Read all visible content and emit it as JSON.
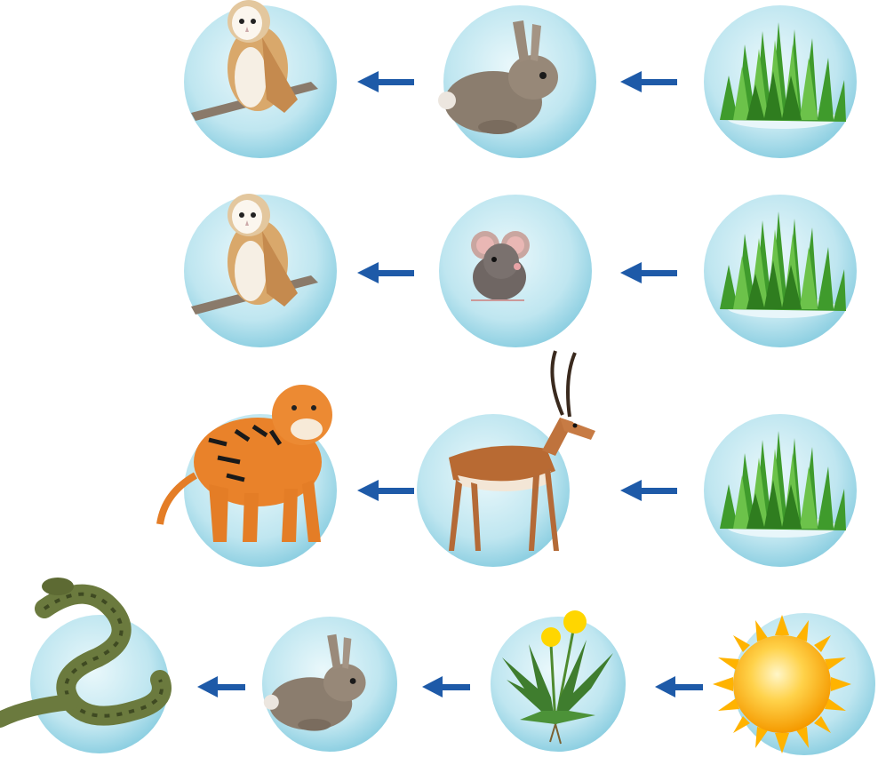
{
  "colors": {
    "background": "#ffffff",
    "arrow": "#1e5aa8",
    "bubble_fill": "#bfe6f0",
    "bubble_edge": "#7fcbe0",
    "grass": "#3f9b2c",
    "sun": "#ffb300"
  },
  "food_chains": [
    {
      "name": "chain-1",
      "organisms": [
        {
          "name": "grass",
          "icon": "grass-icon"
        },
        {
          "name": "rabbit",
          "icon": "rabbit-icon"
        },
        {
          "name": "owl",
          "icon": "owl-icon"
        }
      ]
    },
    {
      "name": "chain-2",
      "organisms": [
        {
          "name": "grass",
          "icon": "grass-icon"
        },
        {
          "name": "mouse",
          "icon": "mouse-icon"
        },
        {
          "name": "owl",
          "icon": "owl-icon"
        }
      ]
    },
    {
      "name": "chain-3",
      "organisms": [
        {
          "name": "grass",
          "icon": "grass-icon"
        },
        {
          "name": "gazelle",
          "icon": "gazelle-icon"
        },
        {
          "name": "tiger",
          "icon": "tiger-icon"
        }
      ]
    },
    {
      "name": "chain-4",
      "organisms": [
        {
          "name": "sun",
          "icon": "sun-icon"
        },
        {
          "name": "dandelion",
          "icon": "dandelion-icon"
        },
        {
          "name": "rabbit",
          "icon": "rabbit-icon"
        },
        {
          "name": "snake",
          "icon": "snake-icon"
        }
      ]
    }
  ],
  "arrow_direction": "right-to-left"
}
